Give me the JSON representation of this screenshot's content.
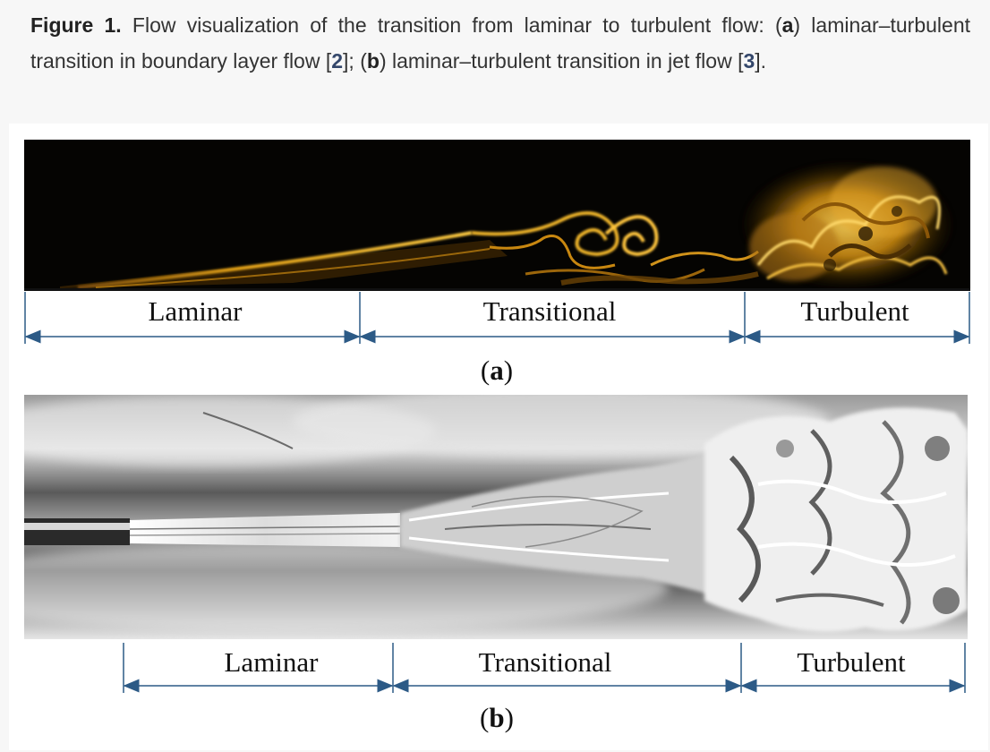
{
  "caption": {
    "figure_label": "Figure 1.",
    "text_1": " Flow visualization of the transition from laminar to turbulent flow: (",
    "a_letter": "a",
    "text_2": ") laminar–turbulent transition in boundary layer flow [",
    "ref_1": "2",
    "text_3": "]; (",
    "b_letter": "b",
    "text_4": ") laminar–turbulent transition in jet flow [",
    "ref_2": "3",
    "text_5": "]."
  },
  "panel_a": {
    "segments": [
      "Laminar",
      "Transitional",
      "Turbulent"
    ],
    "label_open": "(",
    "label_letter": "a",
    "label_close": ")"
  },
  "panel_b": {
    "segments": [
      "Laminar",
      "Transitional",
      "Turbulent"
    ],
    "label_open": "(",
    "label_letter": "b",
    "label_close": ")"
  },
  "colors": {
    "arrow": "#2c5a86",
    "flame": "#e6a418",
    "background_dark": "#050402"
  }
}
